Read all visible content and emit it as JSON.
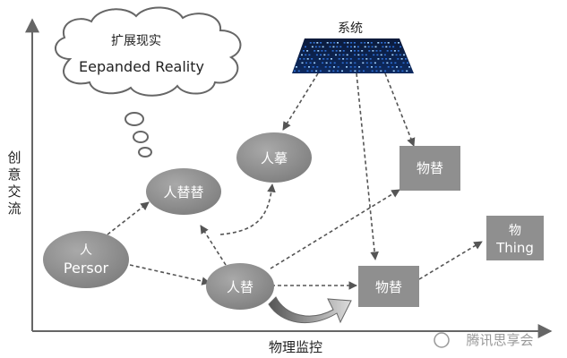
{
  "axes": {
    "x_label": "物理监控",
    "y_label": [
      "创",
      "意",
      "交",
      "流"
    ]
  },
  "cloud": {
    "line1": "扩展现实",
    "line2": "Eepanded Reality"
  },
  "system": {
    "label": "系统"
  },
  "nodes": {
    "person": {
      "line1": "人",
      "line2": "Persor"
    },
    "human_twin": {
      "label": "人替"
    },
    "human_twin2": {
      "label": "人替替"
    },
    "human_interact": {
      "label": "人摹"
    },
    "object_twin": {
      "label": "物替"
    },
    "object_twin2": {
      "label": "物替"
    },
    "thing": {
      "line1": "物",
      "line2": "Thing"
    }
  },
  "watermark": {
    "text": "腾讯思享会"
  },
  "colors": {
    "node_fill": "#8f8f8f",
    "arrow": "#555555",
    "axis": "#666666",
    "system_blue": "#2d6fd6"
  }
}
